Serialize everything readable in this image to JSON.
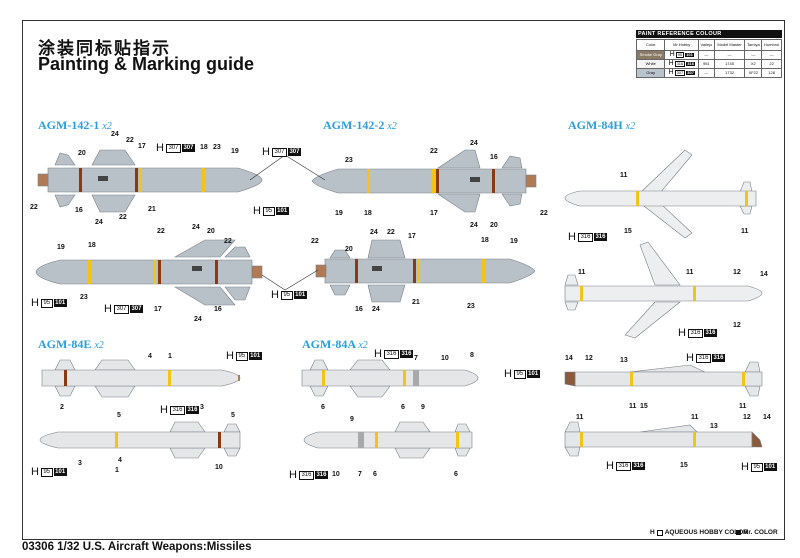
{
  "header": {
    "title_cn": "涂装同标贴指示",
    "title_en": "Painting & Marking guide"
  },
  "paint_reference": {
    "title": "PAINT REFERENCE COLOUR",
    "columns": [
      "Color",
      "Mr.Hobby",
      "Vallejo",
      "Model Master",
      "Tamiya",
      "Humbrol"
    ],
    "rows": [
      {
        "color": "Smoke Gray",
        "swatch": "#8c7a66",
        "mr_hobby_aqueous": "95",
        "mr_color": "101",
        "vallejo": "—",
        "model_master": "—",
        "tamiya": "—",
        "humbrol": "—"
      },
      {
        "color": "White",
        "swatch": "#f4f4f4",
        "mr_hobby_aqueous": "316",
        "mr_color": "316",
        "vallejo": "951",
        "model_master": "1745",
        "tamiya": "X2",
        "humbrol": "22"
      },
      {
        "color": "Gray",
        "swatch": "#b9c3cb",
        "mr_hobby_aqueous": "307",
        "mr_color": "307",
        "vallejo": "—",
        "model_master": "1732",
        "tamiya": "XF22",
        "humbrol": "128"
      }
    ]
  },
  "colors": {
    "section_title": "#2a9ee0",
    "gray_body": "#b8c0c8",
    "white_body": "#eceeef",
    "yellow_band": "#f2c515",
    "brown_band": "#8a3a12",
    "copper_exhaust": "#b07a55"
  },
  "sections": [
    {
      "name": "AGM-142-1",
      "qty": "x2"
    },
    {
      "name": "AGM-142-2",
      "qty": "x2"
    },
    {
      "name": "AGM-84H",
      "qty": "x2"
    },
    {
      "name": "AGM-84E",
      "qty": "x2"
    },
    {
      "name": "AGM-84A",
      "qty": "x2"
    }
  ],
  "codes": {
    "gray": {
      "h": "H",
      "aqueous": "307",
      "mr_color": "307"
    },
    "white": {
      "h": "H",
      "aqueous": "316",
      "mr_color": "316"
    },
    "smoke": {
      "h": "H",
      "aqueous": "95",
      "mr_color": "101"
    }
  },
  "callouts": {
    "a1": [
      "24",
      "22",
      "20",
      "17",
      "18",
      "23",
      "19",
      "22",
      "16",
      "24",
      "22",
      "21"
    ],
    "a2": [
      "23",
      "22",
      "24",
      "16",
      "19",
      "18",
      "17",
      "24",
      "20",
      "22"
    ],
    "b1": [
      "19",
      "18",
      "22",
      "24",
      "20",
      "22",
      "23",
      "17",
      "24",
      "16"
    ],
    "b2": [
      "22",
      "20",
      "24",
      "22",
      "17",
      "18",
      "19",
      "16",
      "24",
      "21",
      "23"
    ],
    "h1": [
      "11",
      "15",
      "11"
    ],
    "h2": [
      "11",
      "11",
      "12",
      "14",
      "12"
    ],
    "e1": [
      "4",
      "1",
      "2",
      "3"
    ],
    "e2": [
      "5",
      "5",
      "3",
      "4",
      "1",
      "10"
    ],
    "a84_1": [
      "10",
      "8",
      "7",
      "6",
      "6",
      "9"
    ],
    "a84_2": [
      "9",
      "7",
      "10",
      "6",
      "6"
    ],
    "r1": [
      "14",
      "12",
      "13",
      "11",
      "15",
      "11"
    ],
    "r2": [
      "11",
      "11",
      "13",
      "12",
      "14",
      "15"
    ]
  },
  "footer": {
    "text": "03306 1/32  U.S. Aircraft Weapons:Missiles",
    "legend_aqueous": "AQUEOUS HOBBY COLOR",
    "legend_aqueous_prefix": "H",
    "legend_mr_color": "Mr. COLOR"
  }
}
